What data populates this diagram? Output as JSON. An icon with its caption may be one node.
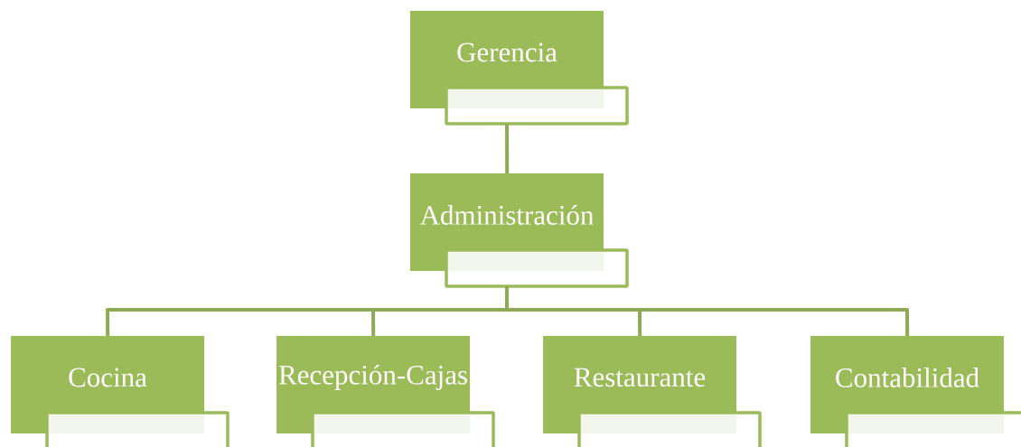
{
  "diagram": {
    "nodes": [
      {
        "text": [
          "Gerencia"
        ]
      },
      {
        "text": [
          "Administración"
        ]
      },
      {
        "text": [
          "Cocina"
        ]
      },
      {
        "text": [
          "Recepción-Cajas"
        ]
      },
      {
        "text": [
          "Restaurante"
        ]
      },
      {
        "text": [
          "Contabilidad"
        ]
      }
    ],
    "edges": [
      {
        "from": 0,
        "to": 1,
        "arrow": "none"
      },
      {
        "from": 1,
        "to": 2,
        "arrow": "none"
      },
      {
        "from": 1,
        "to": 3,
        "arrow": "none"
      },
      {
        "from": 1,
        "to": 4,
        "arrow": "none"
      },
      {
        "from": 1,
        "to": 5,
        "arrow": "none"
      }
    ]
  }
}
